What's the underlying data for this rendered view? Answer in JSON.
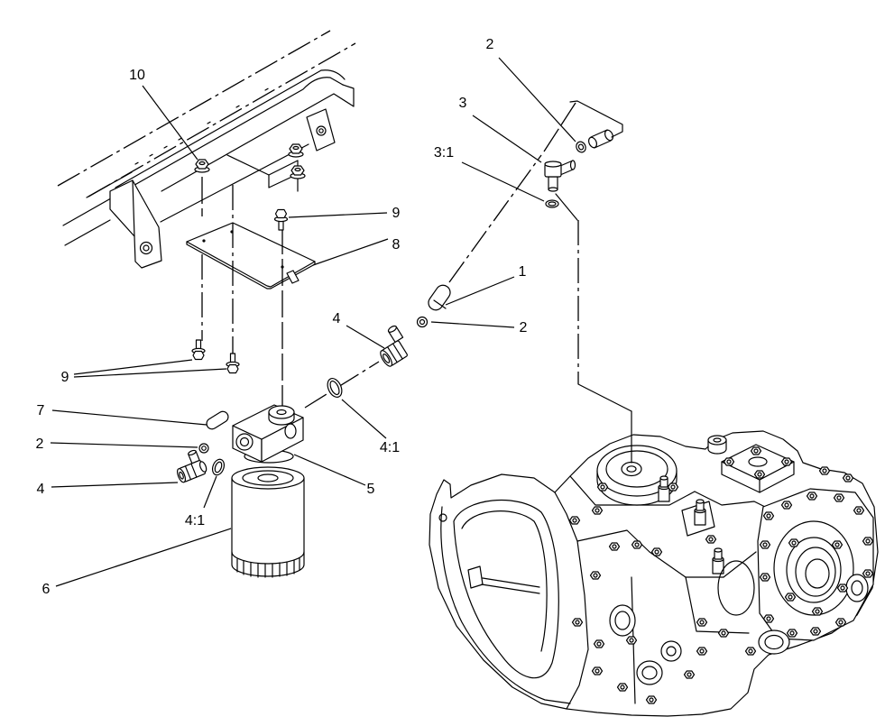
{
  "diagram": {
    "callouts": [
      "10",
      "2",
      "3",
      "3:1",
      "9",
      "8",
      "1",
      "2",
      "4",
      "9",
      "7",
      "2",
      "4",
      "4:1",
      "5",
      "4:1",
      "6"
    ]
  }
}
